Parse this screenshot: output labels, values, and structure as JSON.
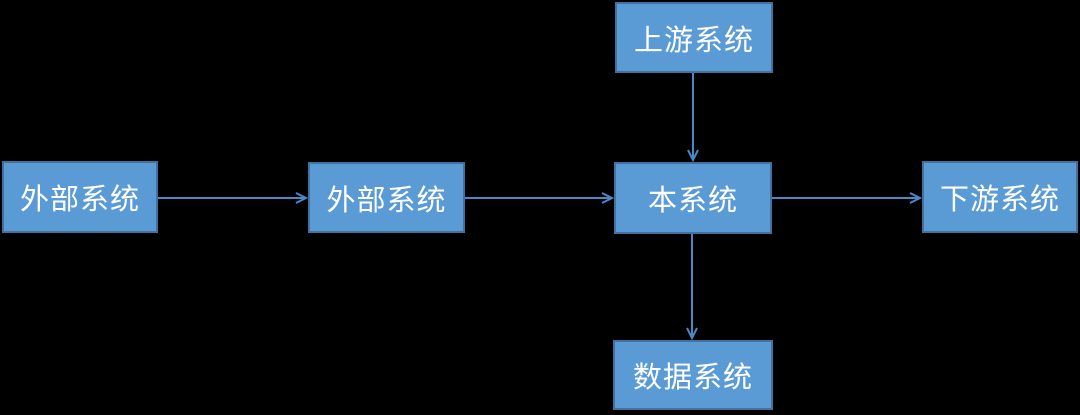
{
  "diagram": {
    "type": "flow-diagram",
    "nodes": {
      "external1": {
        "label": "外部系统"
      },
      "external2": {
        "label": "外部系统"
      },
      "upstream": {
        "label": "上游系统"
      },
      "main": {
        "label": "本系统"
      },
      "downstream": {
        "label": "下游系统"
      },
      "datasys": {
        "label": "数据系统"
      }
    },
    "edges": [
      {
        "from": "external1",
        "to": "external2",
        "direction": "right"
      },
      {
        "from": "external2",
        "to": "main",
        "direction": "right"
      },
      {
        "from": "upstream",
        "to": "main",
        "direction": "down"
      },
      {
        "from": "main",
        "to": "downstream",
        "direction": "right"
      },
      {
        "from": "main",
        "to": "datasys",
        "direction": "down"
      }
    ],
    "colors": {
      "background": "#000000",
      "node_fill": "#5B9BD5",
      "node_border": "#41719C",
      "arrow": "#4A89C8",
      "text": "#FFFFFF"
    }
  }
}
